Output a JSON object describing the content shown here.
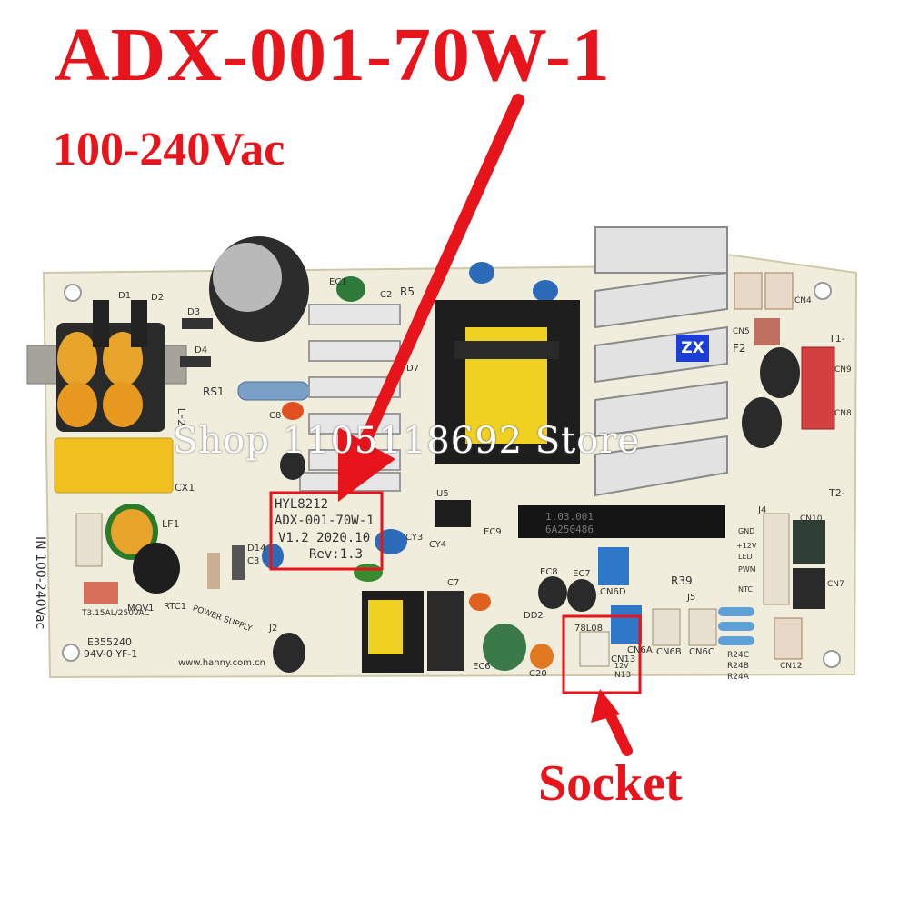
{
  "title": "ADX-001-70W-1",
  "subtitle": "100-240Vac",
  "socket_label": "Socket",
  "watermark": "Shop 1105118692 Store",
  "brand_badge": "ZX",
  "colors": {
    "annotation_red": "#e8141b",
    "board": "#f1eddc",
    "badge_blue": "#1b3fd6"
  },
  "silkscreen": {
    "board_model_1": "HYL8212",
    "board_model_2": "ADX-001-70W-1",
    "board_model_3": "V1.2 2020.10",
    "board_rev": "Rev:1.3",
    "input_label": "IN 100-240Vac",
    "fuse_rating": "T3.15AL/250VAC",
    "ul_number": "E355240",
    "flammability": "94V-0 YF-1",
    "website": "www.hanny.com.cn",
    "logo_text": "POWER SUPPLY",
    "chip_code_1": "1.03.001",
    "chip_code_2": "6A250486",
    "regulator": "78L08",
    "refs": [
      "RS1",
      "CX1",
      "LF1",
      "LF2",
      "MOV1",
      "RTC1",
      "D1",
      "D2",
      "D3",
      "D4",
      "D7",
      "EC1",
      "C2",
      "R5",
      "C8",
      "C3",
      "D14",
      "J2",
      "U5",
      "CY3",
      "CY4",
      "EC9",
      "EC8",
      "EC7",
      "CN6D",
      "C7",
      "DD2",
      "EC6",
      "C20",
      "CN13",
      "CN6A",
      "CN6B",
      "CN6C",
      "R39",
      "J5",
      "J4",
      "CN10",
      "CN7",
      "CN12",
      "CN5",
      "CN4",
      "CN9",
      "CN8",
      "F2",
      "T1-",
      "T2-",
      "R24C",
      "R24B",
      "R24A",
      "GND",
      "+12V",
      "LED",
      "PWM",
      "NTC",
      "N13",
      "12V"
    ]
  }
}
